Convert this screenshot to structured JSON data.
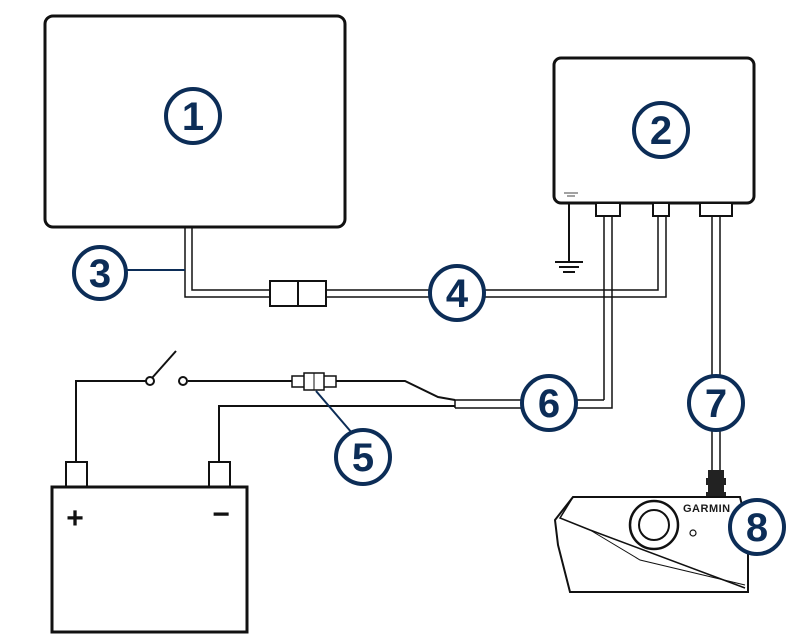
{
  "callouts": {
    "c1": "1",
    "c2": "2",
    "c3": "3",
    "c4": "4",
    "c5": "5",
    "c6": "6",
    "c7": "7",
    "c8": "8"
  },
  "battery": {
    "positive_label": "+",
    "negative_label": "−"
  },
  "transducer": {
    "brand_label": "GARMIN"
  },
  "colors": {
    "outline": "#111111",
    "callout_ring": "#0c2d57",
    "callout_text": "#0c2d57",
    "background": "#ffffff"
  },
  "icons": [
    "ground-symbol-icon",
    "switch-icon",
    "fuse-icon",
    "connector-icon"
  ]
}
